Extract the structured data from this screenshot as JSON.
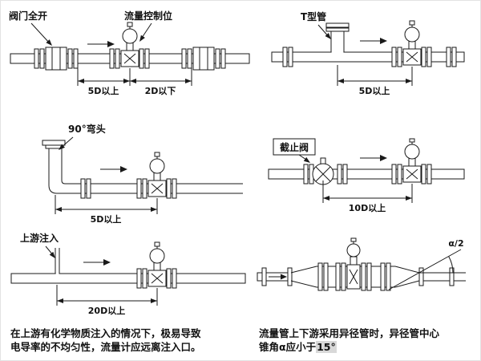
{
  "diagram": {
    "panel1": {
      "valve_label": "阀门全开",
      "control_label": "流量控制位",
      "dim_upstream": "5D以上",
      "dim_downstream": "2D以下"
    },
    "panel2": {
      "label": "T型管",
      "dim": "5D以上"
    },
    "panel3": {
      "label": "90°弯头",
      "dim": "5D以上"
    },
    "panel4": {
      "label": "截止阀",
      "dim": "10D以上"
    },
    "panel5": {
      "label": "上游注入",
      "dim": "20D以上"
    },
    "panel6": {
      "angle_label": "α/2"
    },
    "caption_left_line1": "在上游有化学物质注入的情况下，极易导致",
    "caption_left_line2": "电导率的不均匀性，流量计应远离注入口。",
    "caption_right_line1": "流量管上下游采用异径管时，异径管中心",
    "caption_right_line2_prefix": "锥角α应小于",
    "caption_right_line2_value": "15°"
  },
  "colors": {
    "line": "#1a1a1a",
    "background": "#ffffff",
    "highlight": "#d8d8d8"
  }
}
